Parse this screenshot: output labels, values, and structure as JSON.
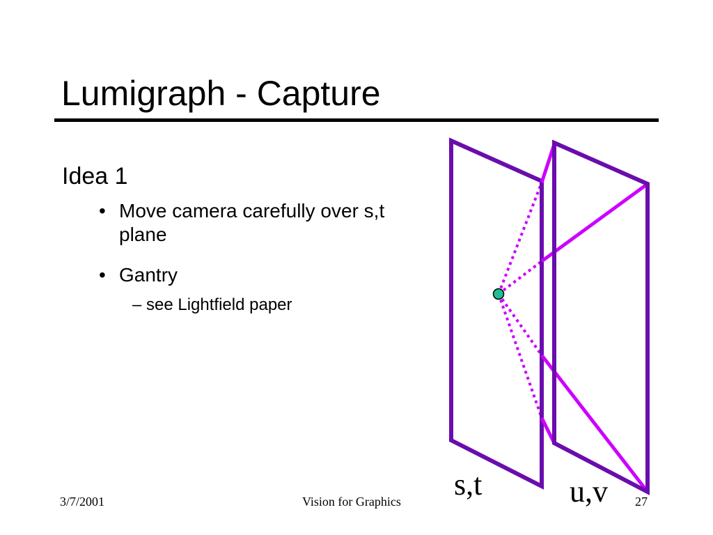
{
  "slide": {
    "title": "Lumigraph - Capture",
    "heading": "Idea 1",
    "bullets": [
      {
        "marker": "•",
        "text": "Move camera carefully over s,t plane"
      },
      {
        "marker": "•",
        "text": "Gantry"
      }
    ],
    "sub_bullet": "– see Lightfield paper"
  },
  "diagram": {
    "st_label": "s,t",
    "uv_label": "u,v",
    "colors": {
      "plane": "#6a0dad",
      "ray": "#cc00ff",
      "camera_fill": "#1fbf8f",
      "camera_stroke": "#000000"
    }
  },
  "footer": {
    "date": "3/7/2001",
    "course": "Vision for Graphics",
    "page_number": "27"
  }
}
